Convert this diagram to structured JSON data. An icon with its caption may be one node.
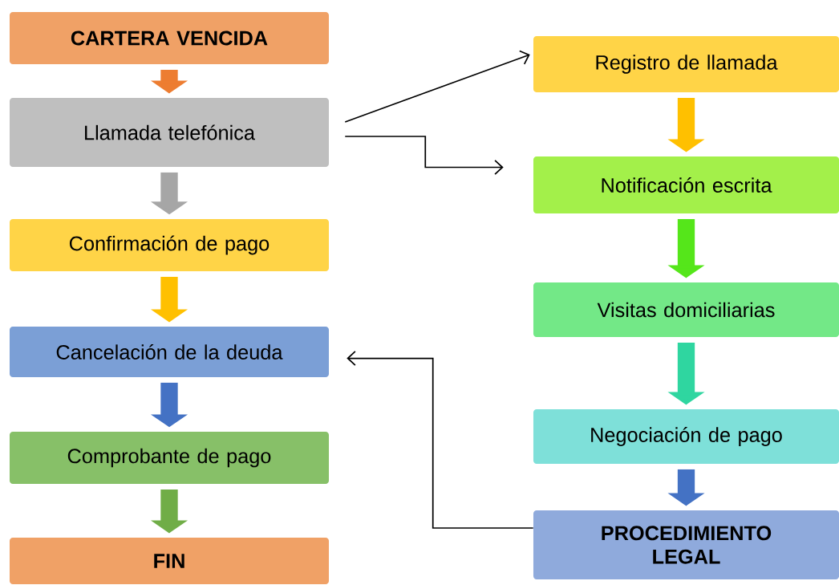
{
  "diagram": {
    "nodes": [
      {
        "text": [
          "CARTERA VENCIDA"
        ]
      },
      {
        "text": [
          "Llamada telefónica"
        ]
      },
      {
        "text": [
          "Confirmación de pago"
        ]
      },
      {
        "text": [
          "Cancelación de la deuda"
        ]
      },
      {
        "text": [
          "Comprobante de pago"
        ]
      },
      {
        "text": [
          "FIN"
        ]
      },
      {
        "text": [
          "Registro de llamada"
        ]
      },
      {
        "text": [
          "Notificación escrita"
        ]
      },
      {
        "text": [
          "Visitas domiciliarias"
        ]
      },
      {
        "text": [
          "Negociación de pago"
        ]
      },
      {
        "text": [
          "PROCEDIMIENTO LEGAL"
        ]
      }
    ],
    "edges": [
      {
        "from": 0,
        "to": 1,
        "arrow": "to",
        "color": "#ed7d31"
      },
      {
        "from": 1,
        "to": 2,
        "arrow": "to",
        "color": "#a6a6a6"
      },
      {
        "from": 2,
        "to": 3,
        "arrow": "to",
        "color": "#ffc000"
      },
      {
        "from": 3,
        "to": 4,
        "arrow": "to",
        "color": "#4472c4"
      },
      {
        "from": 4,
        "to": 5,
        "arrow": "to",
        "color": "#70ad47"
      },
      {
        "from": 6,
        "to": 7,
        "arrow": "to",
        "color": "#ffc000"
      },
      {
        "from": 7,
        "to": 8,
        "arrow": "to",
        "color": "#55e61a"
      },
      {
        "from": 8,
        "to": 9,
        "arrow": "to",
        "color": "#2fd6a0"
      },
      {
        "from": 9,
        "to": 10,
        "arrow": "to",
        "color": "#4472c4"
      },
      {
        "from": 1,
        "to": 6,
        "arrow": "to",
        "color": "#000000"
      },
      {
        "from": 1,
        "to": 7,
        "arrow": "to",
        "color": "#000000"
      },
      {
        "from": 10,
        "to": 3,
        "arrow": "to",
        "color": "#000000"
      }
    ]
  }
}
